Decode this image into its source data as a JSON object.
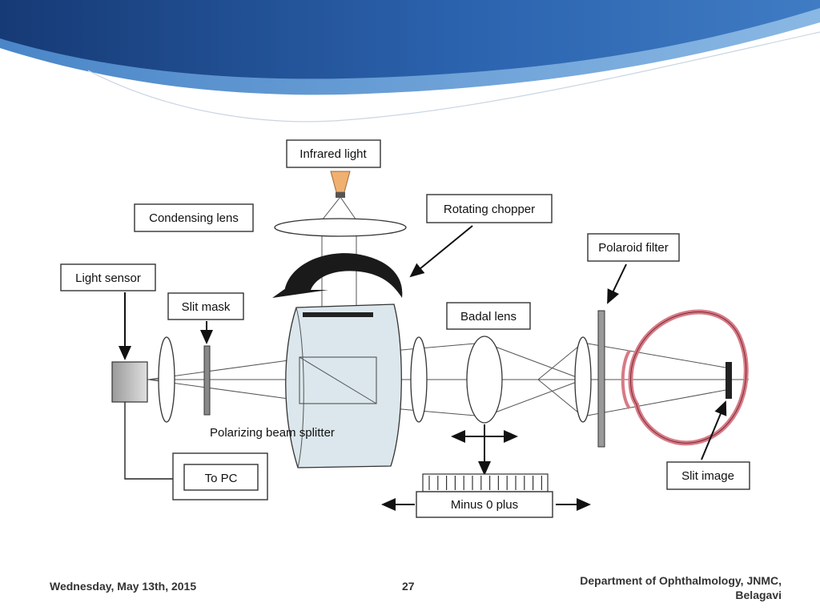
{
  "labels": {
    "infrared_light": "Infrared light",
    "condensing_lens": "Condensing lens",
    "rotating_chopper": "Rotating chopper",
    "polaroid_filter": "Polaroid filter",
    "light_sensor": "Light sensor",
    "slit_mask": "Slit mask",
    "badal_lens": "Badal lens",
    "polarizing_beam_splitter": "Polarizing beam splitter",
    "to_pc": "To PC",
    "scale": "Minus 0 plus",
    "slit_image": "Slit image"
  },
  "footer": {
    "date": "Wednesday, May 13th, 2015",
    "page_number": "27",
    "department_line1": "Department of Ophthalmology, JNMC,",
    "department_line2": "Belagavi"
  },
  "colors": {
    "header_blue_dark": "#1a3f7a",
    "header_blue_mid": "#2e67b0",
    "header_blue_light": "#6fa2d8",
    "eye_outline": "#d77a86",
    "splitter_fill": "#dbe7ec",
    "lamp": "#f0b070"
  }
}
